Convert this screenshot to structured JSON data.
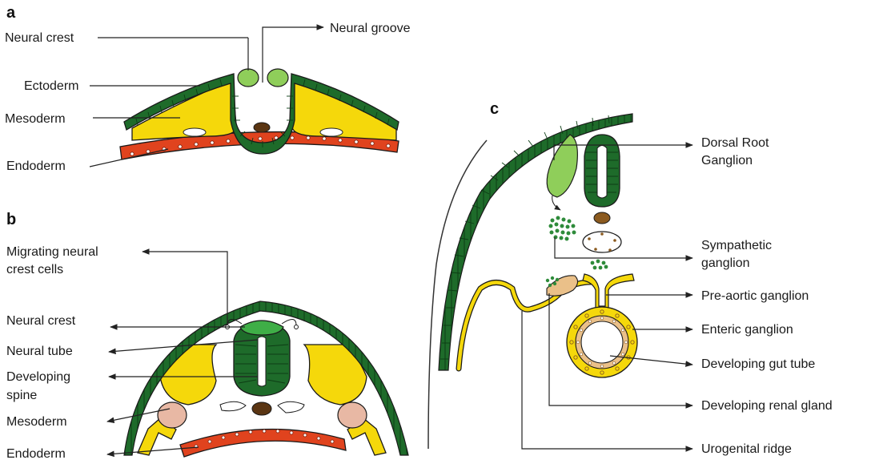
{
  "panels": {
    "a": "a",
    "b": "b",
    "c": "c"
  },
  "labels_a": {
    "neural_crest": "Neural crest",
    "neural_groove": "Neural groove",
    "ectoderm": "Ectoderm",
    "mesoderm": "Mesoderm",
    "endoderm": "Endoderm"
  },
  "labels_b": {
    "migrating_1": "Migrating neural",
    "migrating_2": "crest cells",
    "neural_crest": "Neural crest",
    "neural_tube": "Neural tube",
    "developing_1": "Developing",
    "developing_2": "spine",
    "mesoderm": "Mesoderm",
    "endoderm": "Endoderm"
  },
  "labels_c": {
    "drg_1": "Dorsal Root",
    "drg_2": "Ganglion",
    "symp_1": "Sympathetic",
    "symp_2": "ganglion",
    "preaortic": "Pre-aortic ganglion",
    "enteric": "Enteric ganglion",
    "gut_tube": "Developing gut tube",
    "renal": "Developing renal gland",
    "urogenital": "Urogenital ridge"
  },
  "colors": {
    "ectoderm_green": "#1e6b2a",
    "neural_crest_green": "#8fce5a",
    "mesoderm_yellow": "#f5d80b",
    "endoderm_red": "#e0431e",
    "notochord_brown": "#5a3512",
    "somite_pink": "#e8b8a4",
    "renal_tan": "#eac089"
  }
}
